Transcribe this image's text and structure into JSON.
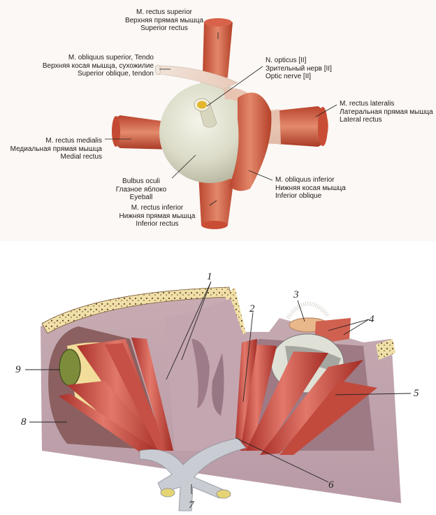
{
  "top_labels": {
    "rectus_superior": [
      "M. rectus superior",
      "Верхняя прямая мышца",
      "Superior rectus"
    ],
    "obliquus_superior": [
      "M. obliquus superior, Tendo",
      "Верхняя косая мышца, сухожилие",
      "Superior oblique, tendon"
    ],
    "opticus": [
      "N. opticus [II]",
      "Зрительный нерв [II]",
      "Optic nerve [II]"
    ],
    "rectus_lateralis": [
      "M. rectus lateralis",
      "Латеральная прямая мышца",
      "Lateral rectus"
    ],
    "rectus_medialis": [
      "M. rectus medialis",
      "Медиальная прямая мышца",
      "Medial rectus"
    ],
    "bulbus": [
      "Bulbus oculi",
      "Глазное яблоко",
      "Eyeball"
    ],
    "obliquus_inferior": [
      "M. obliquus inferior",
      "Нижняя косая мышца",
      "Inferior oblique"
    ],
    "rectus_inferior": [
      "M. rectus inferior",
      "Нижняя прямая мышца",
      "Inferior rectus"
    ]
  },
  "bottom_numbers": [
    "1",
    "2",
    "3",
    "4",
    "5",
    "6",
    "7",
    "8",
    "9"
  ]
}
